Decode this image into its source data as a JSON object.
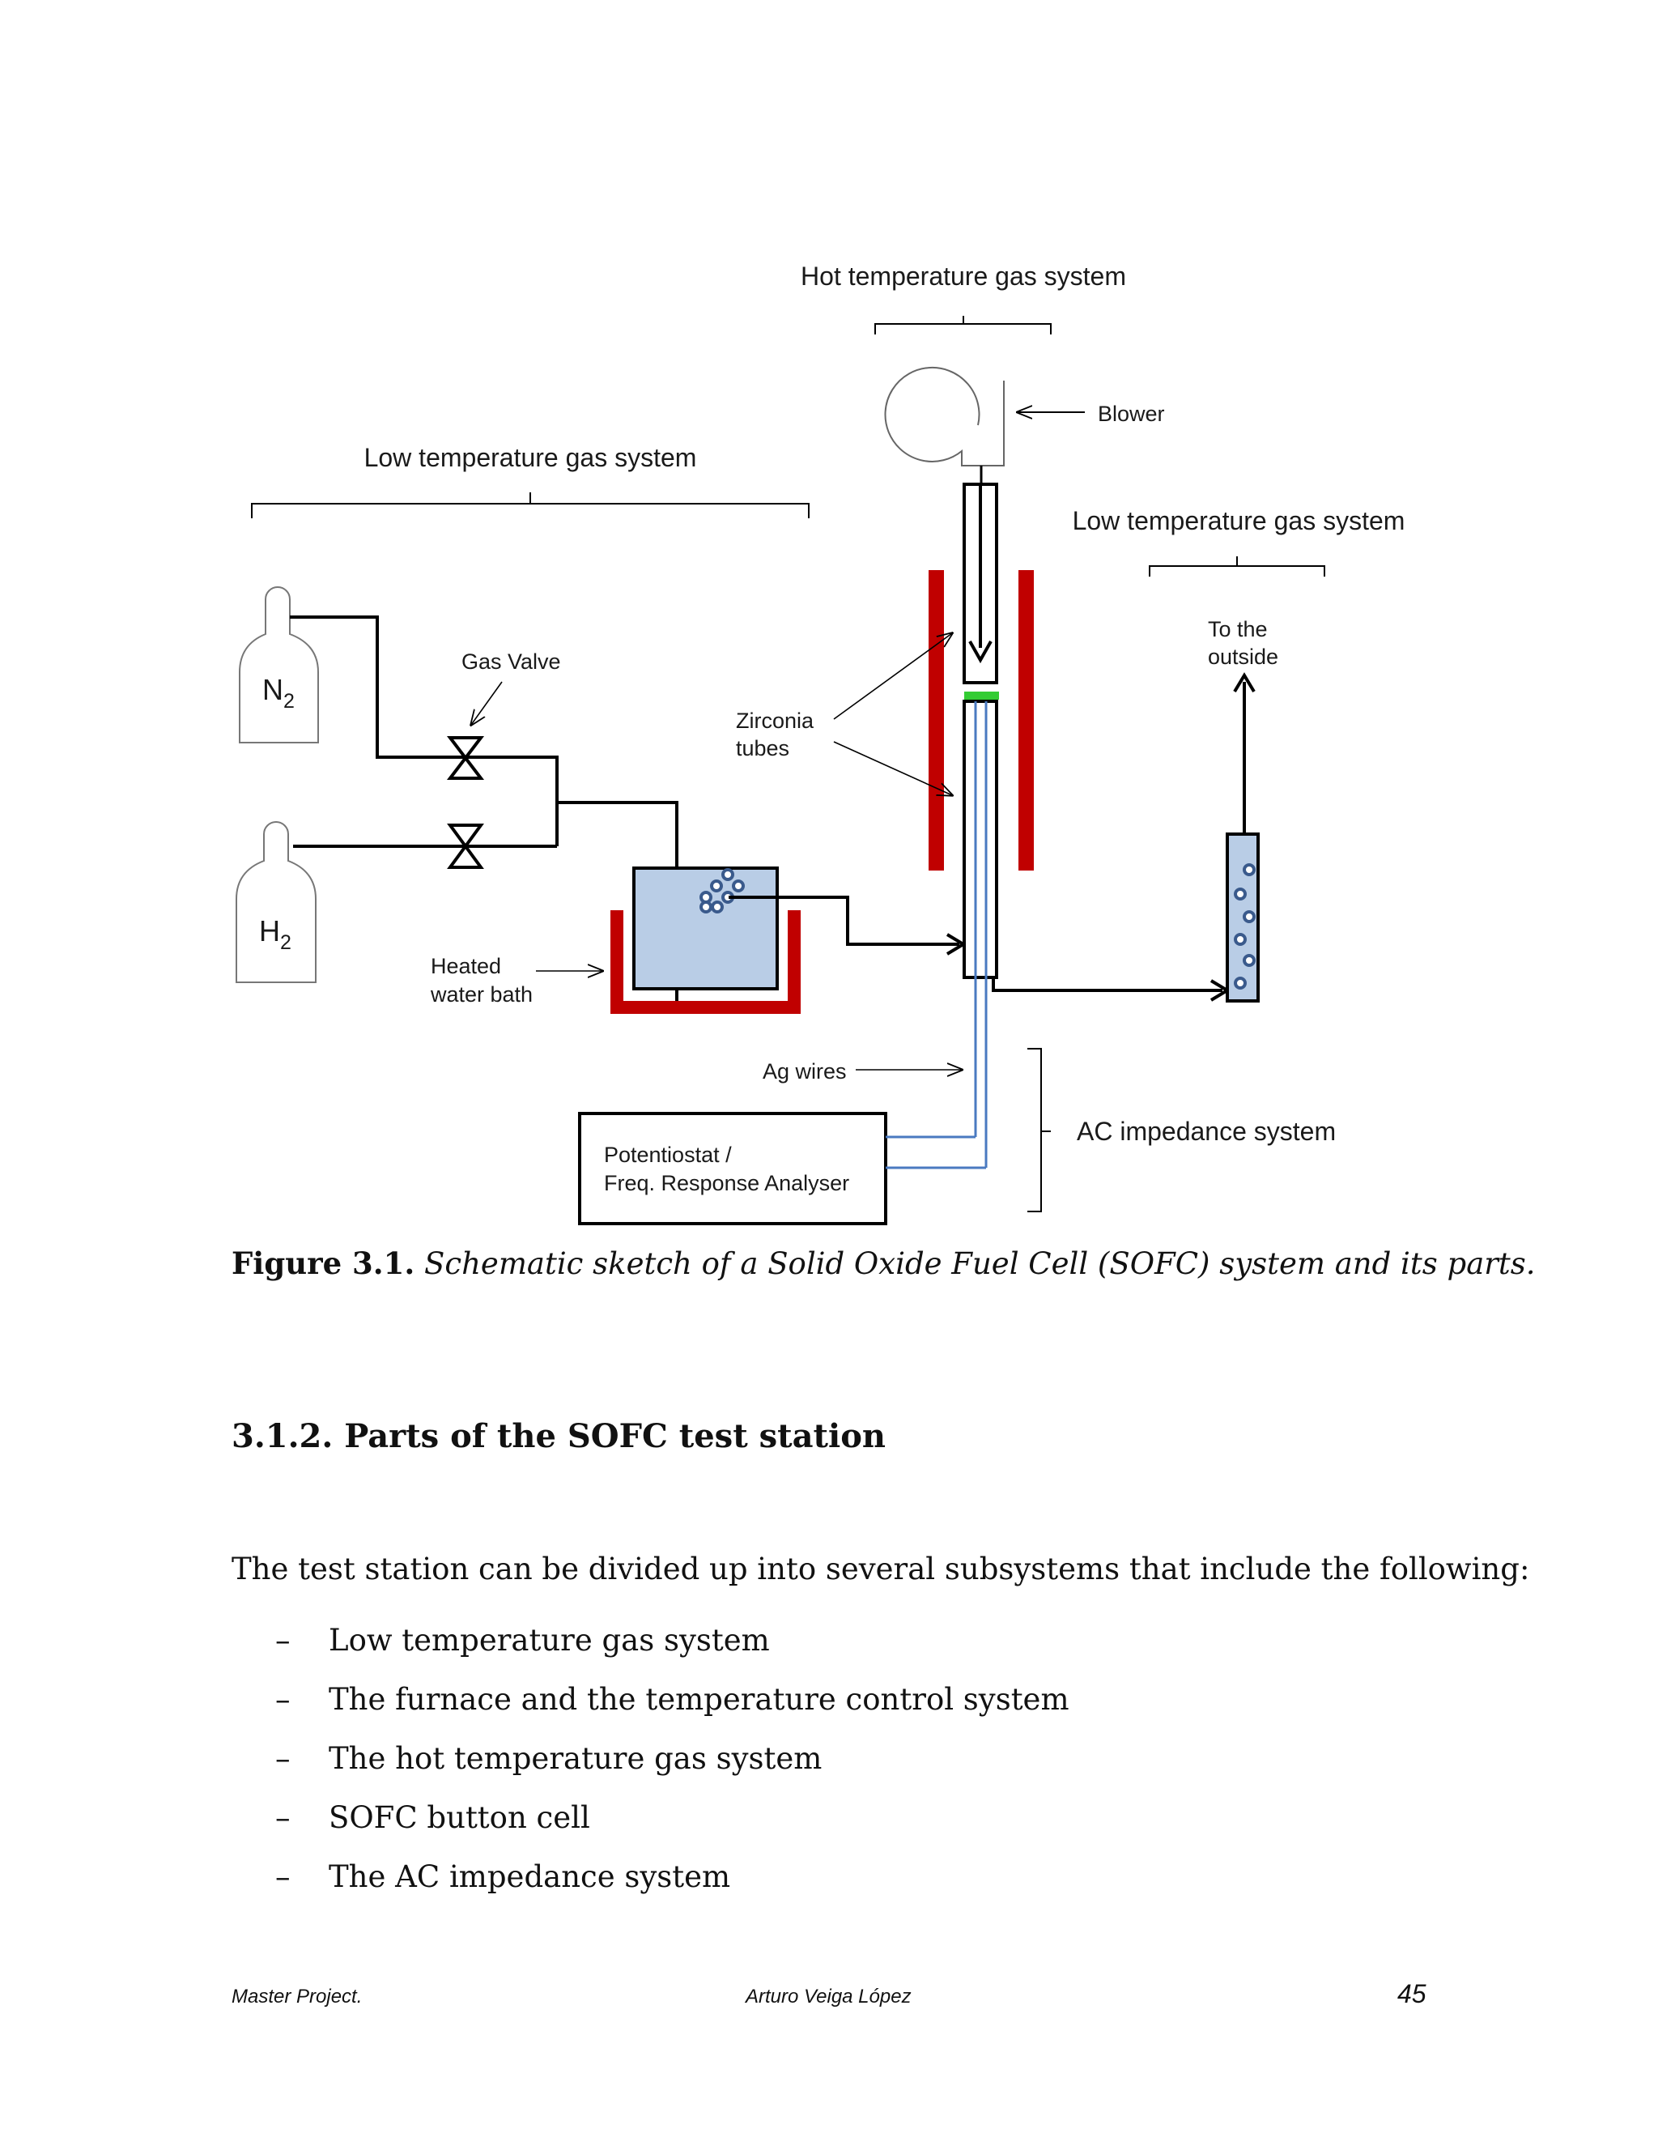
{
  "diagram": {
    "hot_gas_label": "Hot temperature gas system",
    "low_gas_left_label": "Low temperature gas system",
    "low_gas_right_label": "Low temperature gas system",
    "blower_label": "Blower",
    "n2_label": "N",
    "n2_sub": "2",
    "h2_label": "H",
    "h2_sub": "2",
    "gas_valve_label": "Gas Valve",
    "zirconia_line1": "Zirconia",
    "zirconia_line2": "tubes",
    "to_outside_line1": "To the",
    "to_outside_line2": "outside",
    "heated_line1": "Heated",
    "heated_line2": "water bath",
    "ag_wires_label": "Ag wires",
    "ac_label": "AC impedance system",
    "potentiostat_line1": "Potentiostat /",
    "potentiostat_line2": "Freq. Response Analyser",
    "colors": {
      "furnace_red": "#c00000",
      "water_blue": "#b9cde6",
      "wire_blue": "#4a7ac0",
      "seal_green": "#33cc33",
      "bubble_blue": "#3a5a8c"
    }
  },
  "caption": {
    "label": "Figure 3.1.",
    "text": "Schematic sketch of a Solid Oxide Fuel Cell (SOFC) system and its parts."
  },
  "section_heading": "3.1.2. Parts of the SOFC test station",
  "intro": "The test station can be divided up into several subsystems that include the following:",
  "parts": [
    "Low temperature gas system",
    "The furnace and the temperature control system",
    "The hot temperature gas system",
    "SOFC button cell",
    "The AC impedance system"
  ],
  "list_dash": "–",
  "footer": {
    "left": "Master Project.",
    "center": "Arturo Veiga López",
    "page_number": "45"
  }
}
